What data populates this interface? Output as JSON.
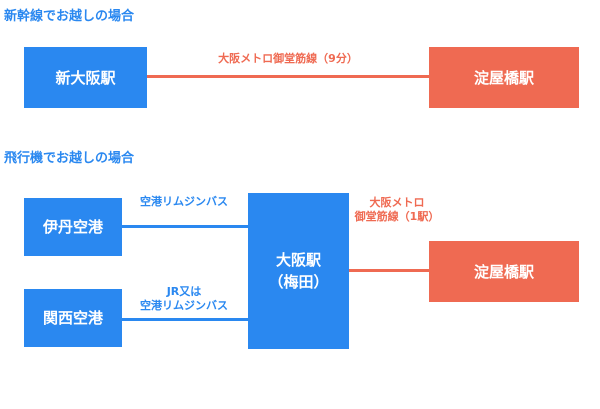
{
  "sections": {
    "shinkansen": {
      "heading": "新幹線でお越しの場合",
      "from_station": "新大阪駅",
      "route": "大阪メトロ御堂筋線（9分）",
      "to_station": "淀屋橋駅"
    },
    "airplane": {
      "heading": "飛行機でお越しの場合",
      "itami": "伊丹空港",
      "kansai": "関西空港",
      "itami_route": "空港リムジンバス",
      "kansai_route_line1": "JR又は",
      "kansai_route_line2": "空港リムジンバス",
      "hub_line1": "大阪駅",
      "hub_line2": "（梅田）",
      "metro_route_line1": "大阪メトロ",
      "metro_route_line2": "御堂筋線（1駅）",
      "to_station": "淀屋橋駅"
    }
  },
  "colors": {
    "blue": "#2a88f0",
    "orange": "#ef6a52"
  }
}
